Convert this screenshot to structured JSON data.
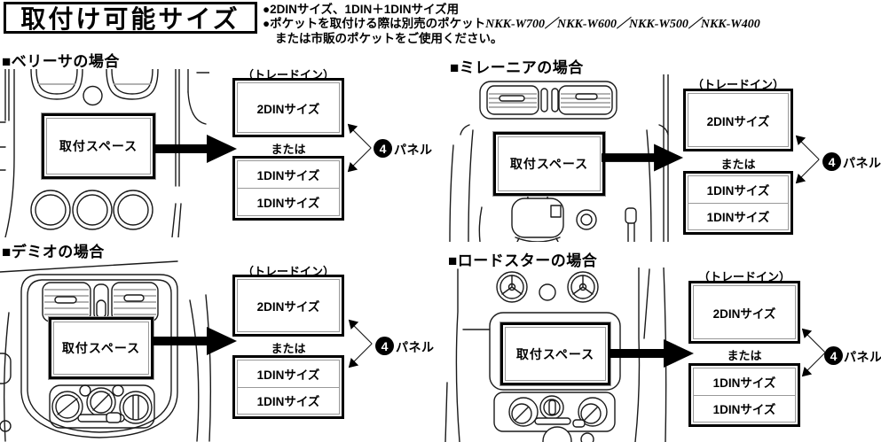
{
  "header": {
    "title": "取付け可能サイズ",
    "bullet1": "●2DINサイズ、1DIN＋1DINサイズ用",
    "bullet2_prefix": "●ポケットを取付ける際は別売のポケット",
    "bullet2_models": "NKK-W700／NKK-W600／NKK-W500／NKK-W400",
    "bullet2_cont": "または市販のポケットをご使用ください。"
  },
  "sections": [
    {
      "heading": "■ベリーサの場合",
      "space": "取付スペース",
      "tradein": "（トレードイン）",
      "din2": "2DINサイズ",
      "or": "または",
      "din1a": "1DINサイズ",
      "din1b": "1DINサイズ",
      "panel_num": "4",
      "panel_text": "パネル"
    },
    {
      "heading": "■ミレーニアの場合",
      "space": "取付スペース",
      "tradein": "（トレードイン）",
      "din2": "2DINサイズ",
      "or": "または",
      "din1a": "1DINサイズ",
      "din1b": "1DINサイズ",
      "panel_num": "4",
      "panel_text": "パネル"
    },
    {
      "heading": "■デミオの場合",
      "space": "取付スペース",
      "tradein": "（トレードイン）",
      "din2": "2DINサイズ",
      "or": "または",
      "din1a": "1DINサイズ",
      "din1b": "1DINサイズ",
      "panel_num": "4",
      "panel_text": "パネル"
    },
    {
      "heading": "■ロードスターの場合",
      "space": "取付スペース",
      "tradein": "（トレードイン）",
      "din2": "2DINサイズ",
      "or": "または",
      "din1a": "1DINサイズ",
      "din1b": "1DINサイズ",
      "panel_num": "4",
      "panel_text": "パネル"
    }
  ],
  "colors": {
    "ink": "#000000",
    "line_gray": "#999999"
  }
}
